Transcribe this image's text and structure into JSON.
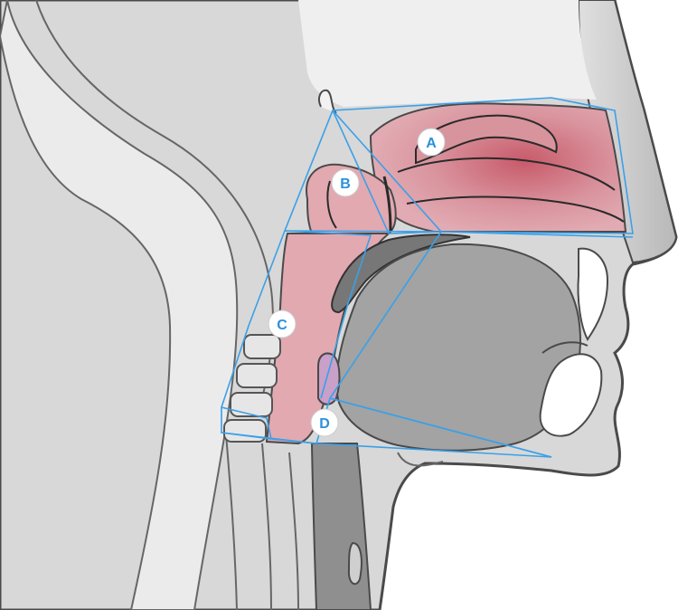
{
  "colors": {
    "background": "#ffffff",
    "head_fill": "#d6d6d6",
    "outline": "#4a4a4a",
    "skin_light": "#e8e8e8",
    "neck_band": "#ebebeb",
    "airway_fill": "#e2a9b1",
    "airway_deep": "#d98a96",
    "tongue_fill": "#9a9a9a",
    "trachea_fill": "#8c8c8c",
    "box_lines": "#3aa0e8",
    "marker_fill": "#ffffff",
    "marker_text": "#2b8fdd"
  },
  "markers": [
    {
      "id": "A",
      "label": "A",
      "icon": "circle-label"
    },
    {
      "id": "B",
      "label": "B",
      "icon": "circle-label"
    },
    {
      "id": "C",
      "label": "C",
      "icon": "circle-label"
    },
    {
      "id": "D",
      "label": "D",
      "icon": "circle-label"
    }
  ]
}
